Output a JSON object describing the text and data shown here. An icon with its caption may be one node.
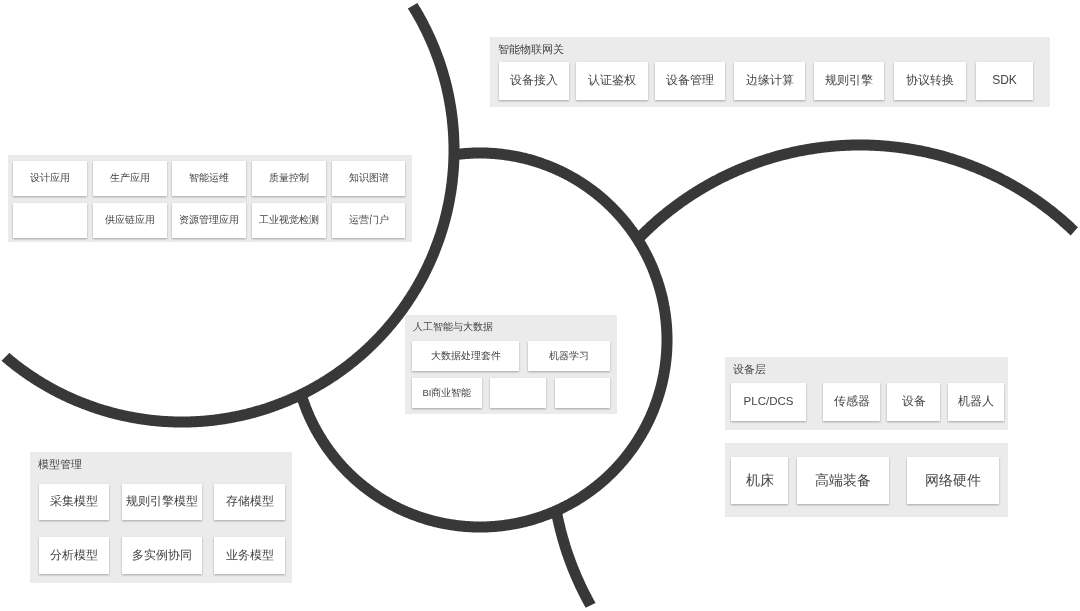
{
  "diagram": {
    "nodes": [
      {
        "text": [
          "智能物联网关"
        ]
      },
      {
        "text": [
          "设备接入"
        ],
        "in": 0
      },
      {
        "text": [
          "认证鉴权"
        ],
        "in": 0
      },
      {
        "text": [
          "设备管理"
        ],
        "in": 0
      },
      {
        "text": [
          "边缘计算"
        ],
        "in": 0
      },
      {
        "text": [
          "规则引擎"
        ],
        "in": 0
      },
      {
        "text": [
          "协议转换"
        ],
        "in": 0
      },
      {
        "text": [
          "SDK"
        ],
        "in": 0
      },
      {
        "text": [],
        "shape": "box"
      },
      {
        "text": [
          "设计应用"
        ],
        "in": 8
      },
      {
        "text": [
          "生产应用"
        ],
        "in": 8
      },
      {
        "text": [
          "智能运维"
        ],
        "in": 8
      },
      {
        "text": [
          "质量控制"
        ],
        "in": 8
      },
      {
        "text": [
          "知识图谱"
        ],
        "in": 8
      },
      {
        "text": [],
        "shape": "box",
        "in": 8
      },
      {
        "text": [
          "供应链应用"
        ],
        "in": 8
      },
      {
        "text": [
          "资源管理应用"
        ],
        "in": 8
      },
      {
        "text": [
          "工业视觉检测"
        ],
        "in": 8
      },
      {
        "text": [
          "运营门户"
        ],
        "in": 8
      },
      {
        "text": [
          "人工智能与大数据"
        ]
      },
      {
        "text": [
          "大数据处理套件"
        ],
        "in": 19
      },
      {
        "text": [
          "机器学习"
        ],
        "in": 19
      },
      {
        "text": [
          "BI商业智能"
        ],
        "in": 19
      },
      {
        "text": [],
        "shape": "box",
        "in": 19
      },
      {
        "text": [],
        "shape": "box",
        "in": 19
      },
      {
        "text": [
          "设备层"
        ]
      },
      {
        "text": [
          "PLC/DCS"
        ],
        "in": 25
      },
      {
        "text": [
          "传感器"
        ],
        "in": 25
      },
      {
        "text": [
          "设备"
        ],
        "in": 25
      },
      {
        "text": [
          "机器人"
        ],
        "in": 25
      },
      {
        "text": [],
        "shape": "box"
      },
      {
        "text": [
          "机床"
        ],
        "in": 30
      },
      {
        "text": [
          "高端装备"
        ],
        "in": 30
      },
      {
        "text": [
          "网络硬件"
        ],
        "in": 30
      },
      {
        "text": [
          "模型管理"
        ]
      },
      {
        "text": [
          "采集模型"
        ],
        "in": 34
      },
      {
        "text": [
          "规则引擎模型"
        ],
        "in": 34
      },
      {
        "text": [
          "存储模型"
        ],
        "in": 34
      },
      {
        "text": [
          "分析模型"
        ],
        "in": 34
      },
      {
        "text": [
          "多实例协同"
        ],
        "in": 34
      },
      {
        "text": [
          "业务模型"
        ],
        "in": 34
      }
    ],
    "edges": []
  }
}
